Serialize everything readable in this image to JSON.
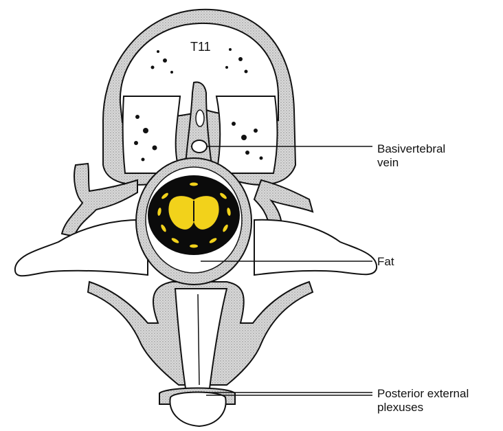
{
  "figure": {
    "vertebra_label": "T11",
    "labels": {
      "basivertebral_vein": {
        "line1": "Basivertebral",
        "line2": "vein"
      },
      "fat": "Fat",
      "posterior_external_plexuses": {
        "line1": "Posterior external",
        "line2": "plexuses"
      }
    },
    "colors": {
      "outline": "#111111",
      "venous_plexus_fill": "#c8c8c8",
      "bone_fill": "#ffffff",
      "spinal_canal": "#0b0b0b",
      "spinal_cord": "#f2d21b"
    }
  }
}
